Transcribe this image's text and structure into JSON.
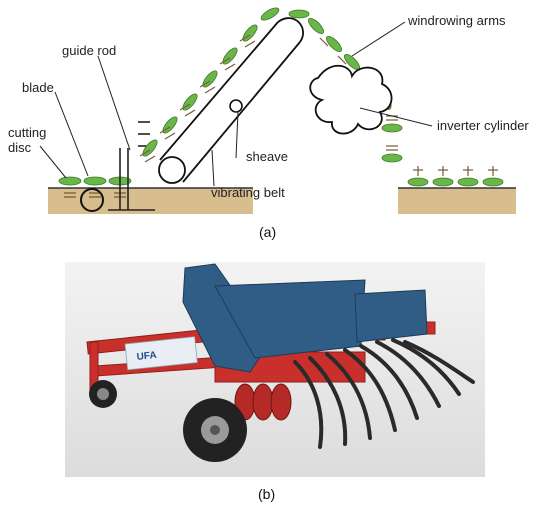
{
  "diagram_a": {
    "labels": {
      "guide_rod": "guide rod",
      "blade": "blade",
      "cutting_disc_line1": "cutting",
      "cutting_disc_line2": "disc",
      "windrowing_arms": "windrowing arms",
      "inverter_cylinder": "inverter cylinder",
      "sheave": "sheave",
      "vibrating_belt": "vibrating belt"
    },
    "caption": "(a)"
  },
  "photo_b": {
    "brand_mark": "UFA",
    "caption": "(b)",
    "colors": {
      "frame": "#c9302c",
      "hopper": "#2f5d86",
      "tire": "#222222"
    }
  },
  "colors": {
    "plant": "#6ab648",
    "soil": "#c8a777",
    "root": "#7a5a3a"
  }
}
